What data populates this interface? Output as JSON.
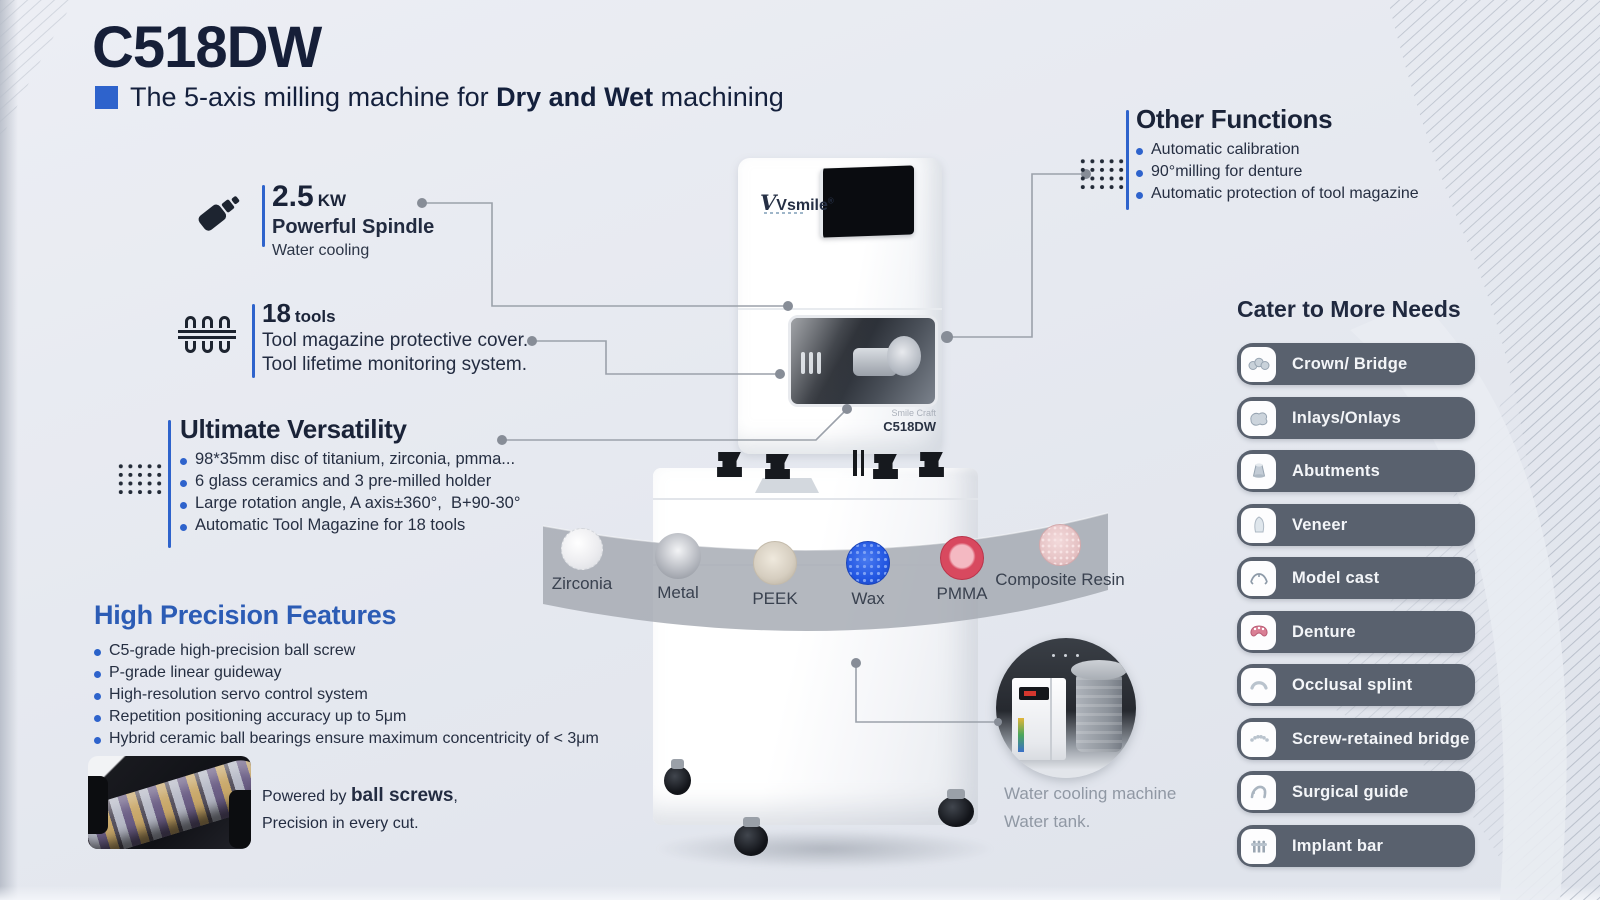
{
  "page": {
    "model": "C518DW",
    "subtitle": {
      "prefix": "The 5-axis milling machine for ",
      "bold": "Dry and Wet",
      "suffix": " machining"
    }
  },
  "features": {
    "spindle": {
      "value": "2.5",
      "unit": "KW",
      "title": "Powerful Spindle",
      "note": "Water cooling",
      "icon": "drill-bit-icon"
    },
    "tools": {
      "value": "18",
      "unit": "tools",
      "lines": [
        "Tool magazine protective cover.",
        "Tool lifetime monitoring system."
      ],
      "icon": "tool-magazine-icon"
    },
    "versatility": {
      "title": "Ultimate Versatility",
      "icon": "dot-grid-icon",
      "bullets": [
        "98*35mm disc of titanium, zirconia, pmma...",
        "6 glass ceramics and 3 pre-milled holder",
        "Large rotation angle, A axis±360°,  B+90-30°",
        "Automatic Tool Magazine for 18 tools"
      ]
    },
    "precision": {
      "title": "High Precision Features",
      "bullets": [
        "C5-grade high-precision ball screw",
        "P-grade linear guideway",
        "High-resolution servo control system",
        "Repetition positioning accuracy up to 5μm",
        "Hybrid ceramic ball bearings ensure maximum concentricity of < 3μm"
      ]
    },
    "ball_screws": {
      "prefix": "Powered by ",
      "bold": "ball screws",
      "suffix": ",",
      "line2": "Precision in every cut.",
      "image": "ball-screws-photo"
    }
  },
  "other_functions": {
    "title": "Other Functions",
    "icon": "dot-grid-icon",
    "bullets": [
      "Automatic calibration",
      "90°milling for denture",
      "Automatic protection of tool magazine"
    ]
  },
  "machine": {
    "brand": "Vsmile",
    "reg": "®",
    "series": "Smile Craft",
    "model": "C518DW"
  },
  "materials": [
    {
      "name": "Zirconia",
      "color": "#ececef"
    },
    {
      "name": "Metal",
      "color": "#b9bcc2"
    },
    {
      "name": "PEEK",
      "color": "#d6cec0"
    },
    {
      "name": "Wax",
      "color": "#2256e2"
    },
    {
      "name": "PMMA",
      "color": "#d8495f"
    },
    {
      "name": "Composite Resin",
      "color": "#e9c6c8"
    }
  ],
  "water_cooling": {
    "line1": "Water cooling machine",
    "line2": "Water tank."
  },
  "cater": {
    "title": "Cater to More Needs",
    "items": [
      {
        "label": "Crown/ Bridge",
        "icon": "crown-bridge-icon"
      },
      {
        "label": "Inlays/Onlays",
        "icon": "inlays-onlays-icon"
      },
      {
        "label": "Abutments",
        "icon": "abutment-icon"
      },
      {
        "label": "Veneer",
        "icon": "veneer-icon"
      },
      {
        "label": "Model cast",
        "icon": "model-cast-icon"
      },
      {
        "label": "Denture",
        "icon": "denture-icon"
      },
      {
        "label": "Occlusal splint",
        "icon": "occlusal-splint-icon"
      },
      {
        "label": "Screw-retained bridge",
        "icon": "screw-retained-bridge-icon"
      },
      {
        "label": "Surgical guide",
        "icon": "surgical-guide-icon"
      },
      {
        "label": "Implant bar",
        "icon": "implant-bar-icon"
      }
    ]
  },
  "colors": {
    "accent_blue": "#2e63cc",
    "heading_navy": "#1a2338",
    "precision_blue": "#2c5cb5",
    "pill_gray": "#59616e",
    "band_gray": "#a3a8b1",
    "caption_gray": "#9098a4"
  }
}
